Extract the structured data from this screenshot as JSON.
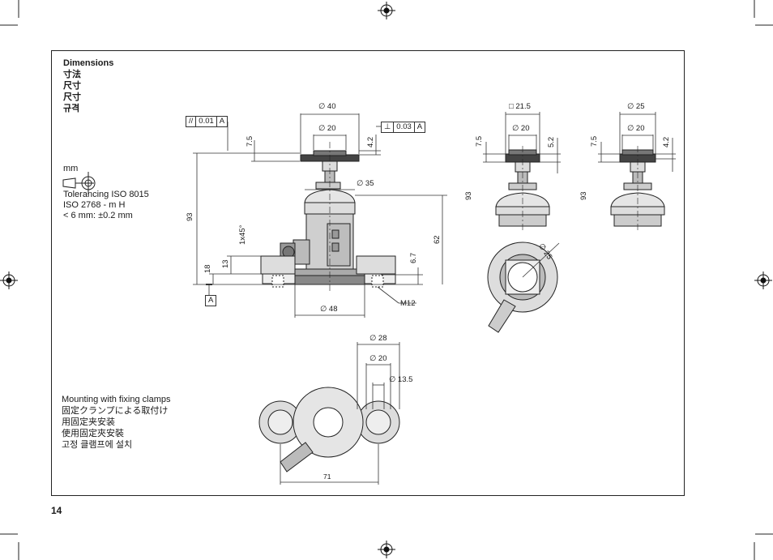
{
  "heading": {
    "title": "Dimensions",
    "lines": [
      "寸法",
      "尺寸",
      "尺寸",
      "규격"
    ]
  },
  "tolerance": {
    "unit": "mm",
    "lines": [
      "Tolerancing ISO 8015",
      "ISO 2768 - m H",
      "< 6 mm: ±0.2 mm"
    ]
  },
  "mounting": {
    "lines": [
      "Mounting with fixing clamps",
      "固定クランプによる取付け",
      "用固定夹安装",
      "使用固定夾安裝",
      "고정 클램프에 설치"
    ]
  },
  "main_view": {
    "dia_40": "∅ 40",
    "dia_20": "∅ 20",
    "dia_35": "∅ 35",
    "dia_48": "∅ 48",
    "m12": "M12",
    "h_7_5": "7.5",
    "h_4_2": "4.2",
    "h_93": "93",
    "h_62": "62",
    "h_6_7": "6.7",
    "h_18": "18",
    "h_13": "13",
    "chamfer": "1x45°",
    "datum": "A",
    "parallel": {
      "symbol": "//",
      "value": "0.01",
      "ref": "A"
    },
    "perp": {
      "symbol": "⊥",
      "value": "0.03",
      "ref": "A"
    }
  },
  "view_square": {
    "sq": "□ 21.5",
    "dia_20": "∅ 20",
    "h_7_5": "7.5",
    "h_5_2": "5.2",
    "h_93": "93"
  },
  "view_round": {
    "dia_25": "∅ 25",
    "dia_20": "∅ 20",
    "h_7_5": "7.5",
    "h_4_2": "4.2",
    "h_93": "93"
  },
  "top_view": {
    "dia_25": "∅ 25"
  },
  "clamp_view": {
    "dia_28": "∅ 28",
    "dia_20": "∅ 20",
    "dia_13_5": "∅ 13.5",
    "w_71": "71"
  },
  "page_number": "14"
}
